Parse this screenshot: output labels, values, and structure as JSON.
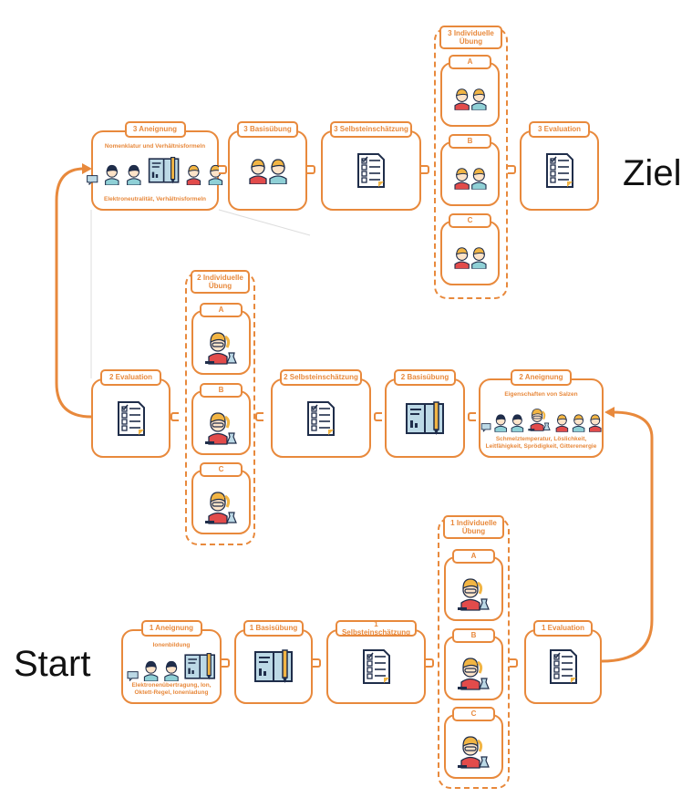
{
  "goal_label": "Ziel",
  "start_label": "Start",
  "colors": {
    "accent": "#e8893c"
  },
  "nodes": {
    "a3": {
      "title": "3 Aneignung",
      "top": "Nomenklatur und Verhältnisformeln",
      "bottom": "Elektroneutralität, Verhältnisformeln",
      "icon": "teacher-book-students-icon"
    },
    "b3": {
      "title": "3 Basisübung",
      "icon": "students-icon"
    },
    "s3": {
      "title": "3 Selbsteinschätzung",
      "icon": "checklist-icon"
    },
    "g3": {
      "title": "3 Individuelle Übung",
      "items": [
        "A",
        "B",
        "C"
      ],
      "icon": "students-icon"
    },
    "e3": {
      "title": "3 Evaluation",
      "icon": "checklist-icon"
    },
    "e2": {
      "title": "2 Evaluation",
      "icon": "checklist-icon"
    },
    "g2": {
      "title": "2 Individuelle Übung",
      "items": [
        "A",
        "B",
        "C"
      ],
      "icon": "scientist-icon"
    },
    "s2": {
      "title": "2 Selbsteinschätzung",
      "icon": "checklist-icon"
    },
    "b2": {
      "title": "2 Basisübung",
      "icon": "book-icon"
    },
    "a2": {
      "title": "2 Aneignung",
      "top": "Eigenschaften von Salzen",
      "bottom": "Schmelztemperatur, Löslichkeit, Leitfähigkeit, Sprödigkeit, Gitterenergie",
      "icon": "teacher-scientist-students-icon"
    },
    "a1": {
      "title": "1 Aneignung",
      "top": "Ionenbildung",
      "bottom": "Elektronenübertragung, Ion, Oktett-Regel, Ionenladung",
      "icon": "teacher-book-icon"
    },
    "b1": {
      "title": "1 Basisübung",
      "icon": "book-icon"
    },
    "s1": {
      "title": "1 Selbsteinschätzung",
      "icon": "checklist-icon"
    },
    "g1": {
      "title": "1 Individuelle Übung",
      "items": [
        "A",
        "B",
        "C"
      ],
      "icon": "scientist-icon"
    },
    "e1": {
      "title": "1 Evaluation",
      "icon": "checklist-icon"
    }
  }
}
